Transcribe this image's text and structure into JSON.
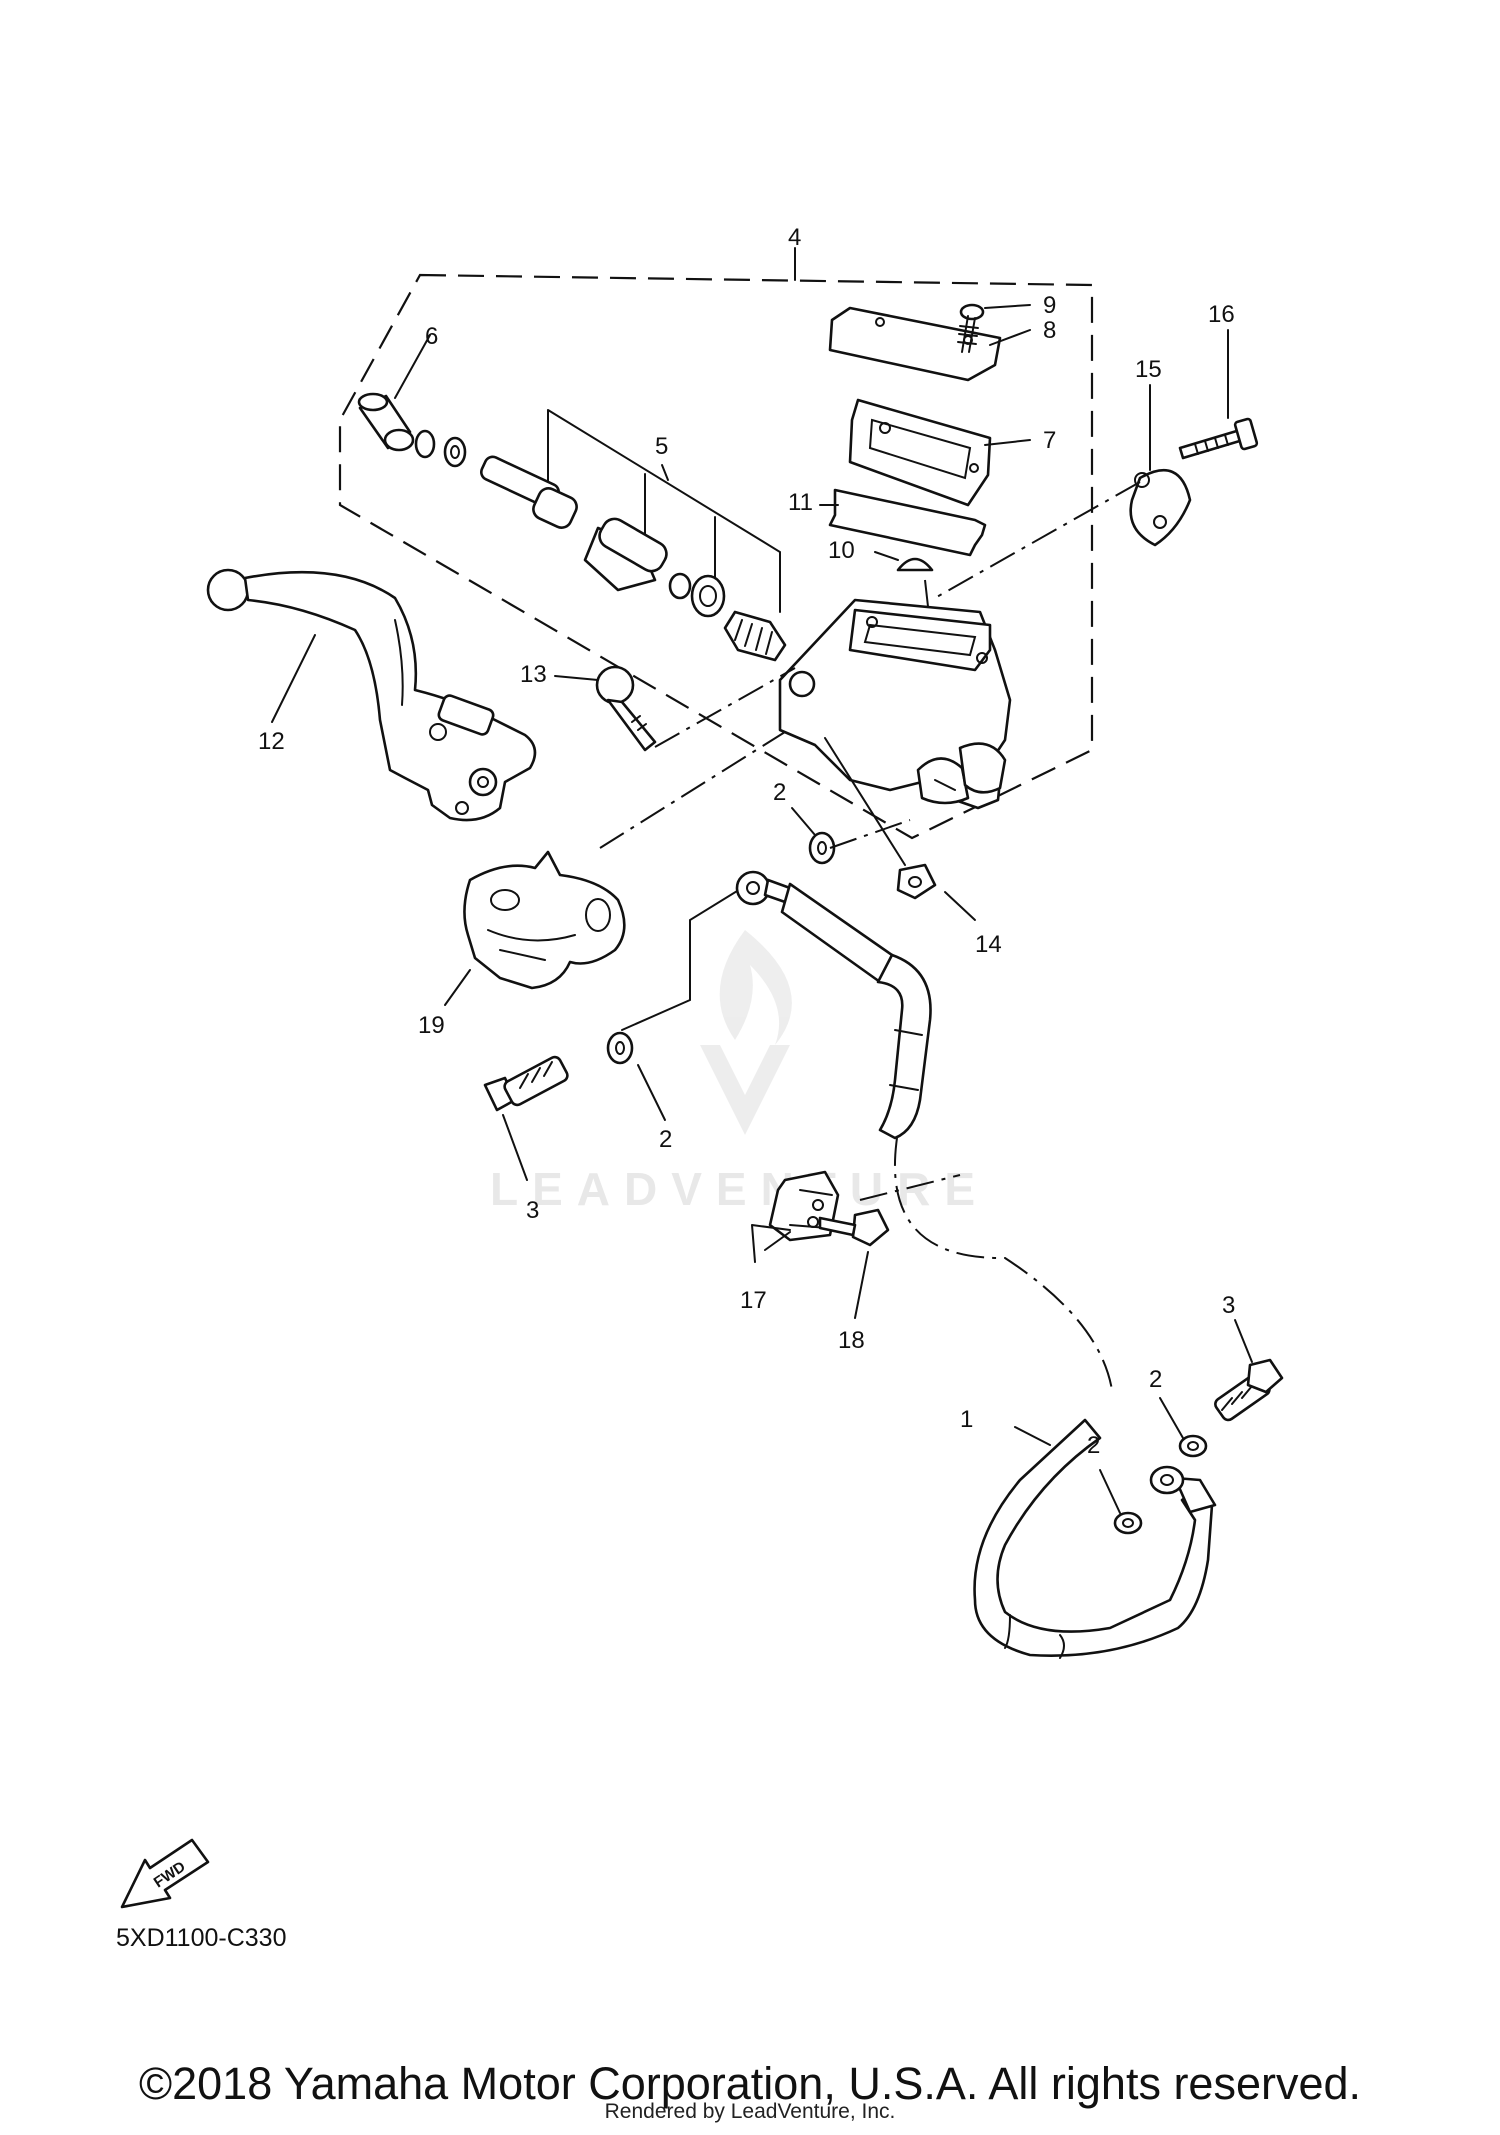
{
  "callouts": {
    "c1": "1",
    "c2a": "2",
    "c2b": "2",
    "c2c": "2",
    "c2d": "2",
    "c3a": "3",
    "c3b": "3",
    "c4": "4",
    "c5": "5",
    "c6": "6",
    "c7": "7",
    "c8": "8",
    "c9": "9",
    "c10": "10",
    "c11": "11",
    "c12": "12",
    "c13": "13",
    "c14": "14",
    "c15": "15",
    "c16": "16",
    "c17": "17",
    "c18": "18",
    "c19": "19"
  },
  "fwd_label": "FWD",
  "watermark_text": "LEADVENTURE",
  "diagram_code": "5XD1100-C330",
  "copyright": "©2018 Yamaha Motor Corporation, U.S.A. All rights reserved.",
  "rendered_by": "Rendered by LeadVenture, Inc."
}
